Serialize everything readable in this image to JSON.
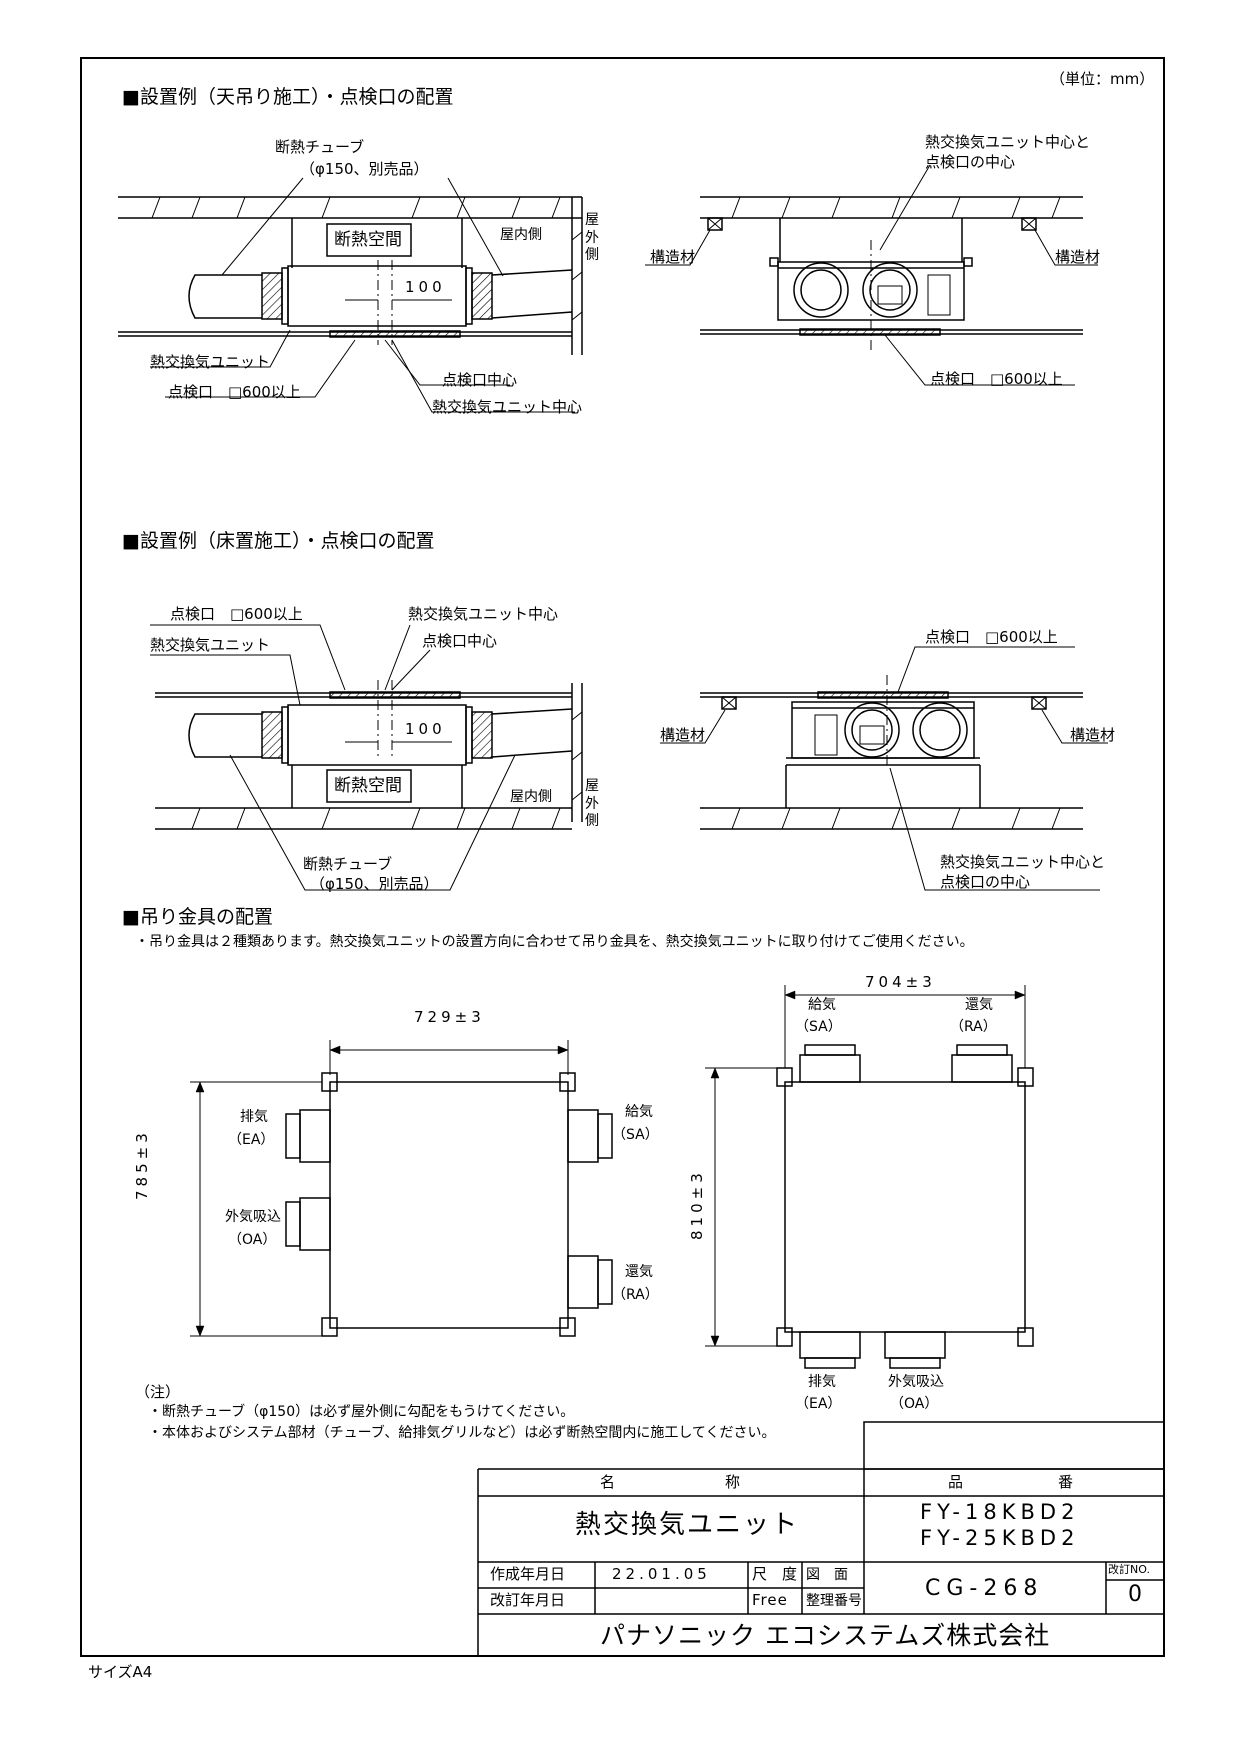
{
  "unit_note": "（単位：mm）",
  "section1": {
    "heading": "■設置例（天吊り施工）・点検口の配置",
    "left": {
      "tube_line1": "断熱チューブ",
      "tube_line2": "（φ150、別売品）",
      "space_label": "断熱空間",
      "indoor": "屋内側",
      "outdoor": "屋外側",
      "dim_100": "100",
      "unit_label": "熱交換気ユニット",
      "hatch_label": "点検口　□600以上",
      "hatch_center": "点検口中心",
      "unit_center": "熱交換気ユニット中心"
    },
    "right": {
      "center_line1": "熱交換気ユニット中心と",
      "center_line2": "点検口の中心",
      "struct_left": "構造材",
      "struct_right": "構造材",
      "hatch_label": "点検口　□600以上"
    }
  },
  "section2": {
    "heading": "■設置例（床置施工）・点検口の配置",
    "left": {
      "hatch_label": "点検口　□600以上",
      "unit_center": "熱交換気ユニット中心",
      "unit_label": "熱交換気ユニット",
      "hatch_center": "点検口中心",
      "dim_100": "100",
      "space_label": "断熱空間",
      "indoor": "屋内側",
      "outdoor": "屋外側",
      "tube_line1": "断熱チューブ",
      "tube_line2": "（φ150、別売品）"
    },
    "right": {
      "hatch_label": "点検口　□600以上",
      "struct_left": "構造材",
      "struct_right": "構造材",
      "center_line1": "熱交換気ユニット中心と",
      "center_line2": "点検口の中心"
    }
  },
  "section3": {
    "heading": "■吊り金具の配置",
    "note": "・吊り金具は２種類あります。熱交換気ユニットの設置方向に合わせて吊り金具を、熱交換気ユニットに取り付けてご使用ください。",
    "left": {
      "dim_w": "729±3",
      "dim_h": "785±3",
      "ea_name": "排気",
      "ea_code": "（EA）",
      "oa_name": "外気吸込",
      "oa_code": "（OA）",
      "sa_name": "給気",
      "sa_code": "（SA）",
      "ra_name": "還気",
      "ra_code": "（RA）"
    },
    "right": {
      "dim_w": "704±3",
      "dim_h": "810±3",
      "sa_name": "給気",
      "sa_code": "（SA）",
      "ra_name": "還気",
      "ra_code": "（RA）",
      "ea_name": "排気",
      "ea_code": "（EA）",
      "oa_name": "外気吸込",
      "oa_code": "（OA）"
    }
  },
  "notes": {
    "title": "（注）",
    "line1": "・断熱チューブ（φ150）は必ず屋外側に勾配をもうけてください。",
    "line2": "・本体およびシステム部材（チューブ、給排気グリルなど）は必ず断熱空間内に施工してください。"
  },
  "title_block": {
    "name_h1": "名",
    "name_h2": "称",
    "part_h1": "品",
    "part_h2": "番",
    "product_name": "熱交換気ユニット",
    "part1": "FY-18KBD2",
    "part2": "FY-25KBD2",
    "created_label": "作成年月日",
    "created_value": "22.01.05",
    "revised_label": "改訂年月日",
    "scale_label": "尺　度",
    "scale_value": "Free",
    "drawing_label1": "図　面",
    "drawing_label2": "整理番号",
    "drawing_no": "CG-268",
    "rev_label": "改訂NO.",
    "rev_no": "0",
    "company": "パナソニック エコシステムズ株式会社"
  },
  "paper_size": "サイズA4"
}
